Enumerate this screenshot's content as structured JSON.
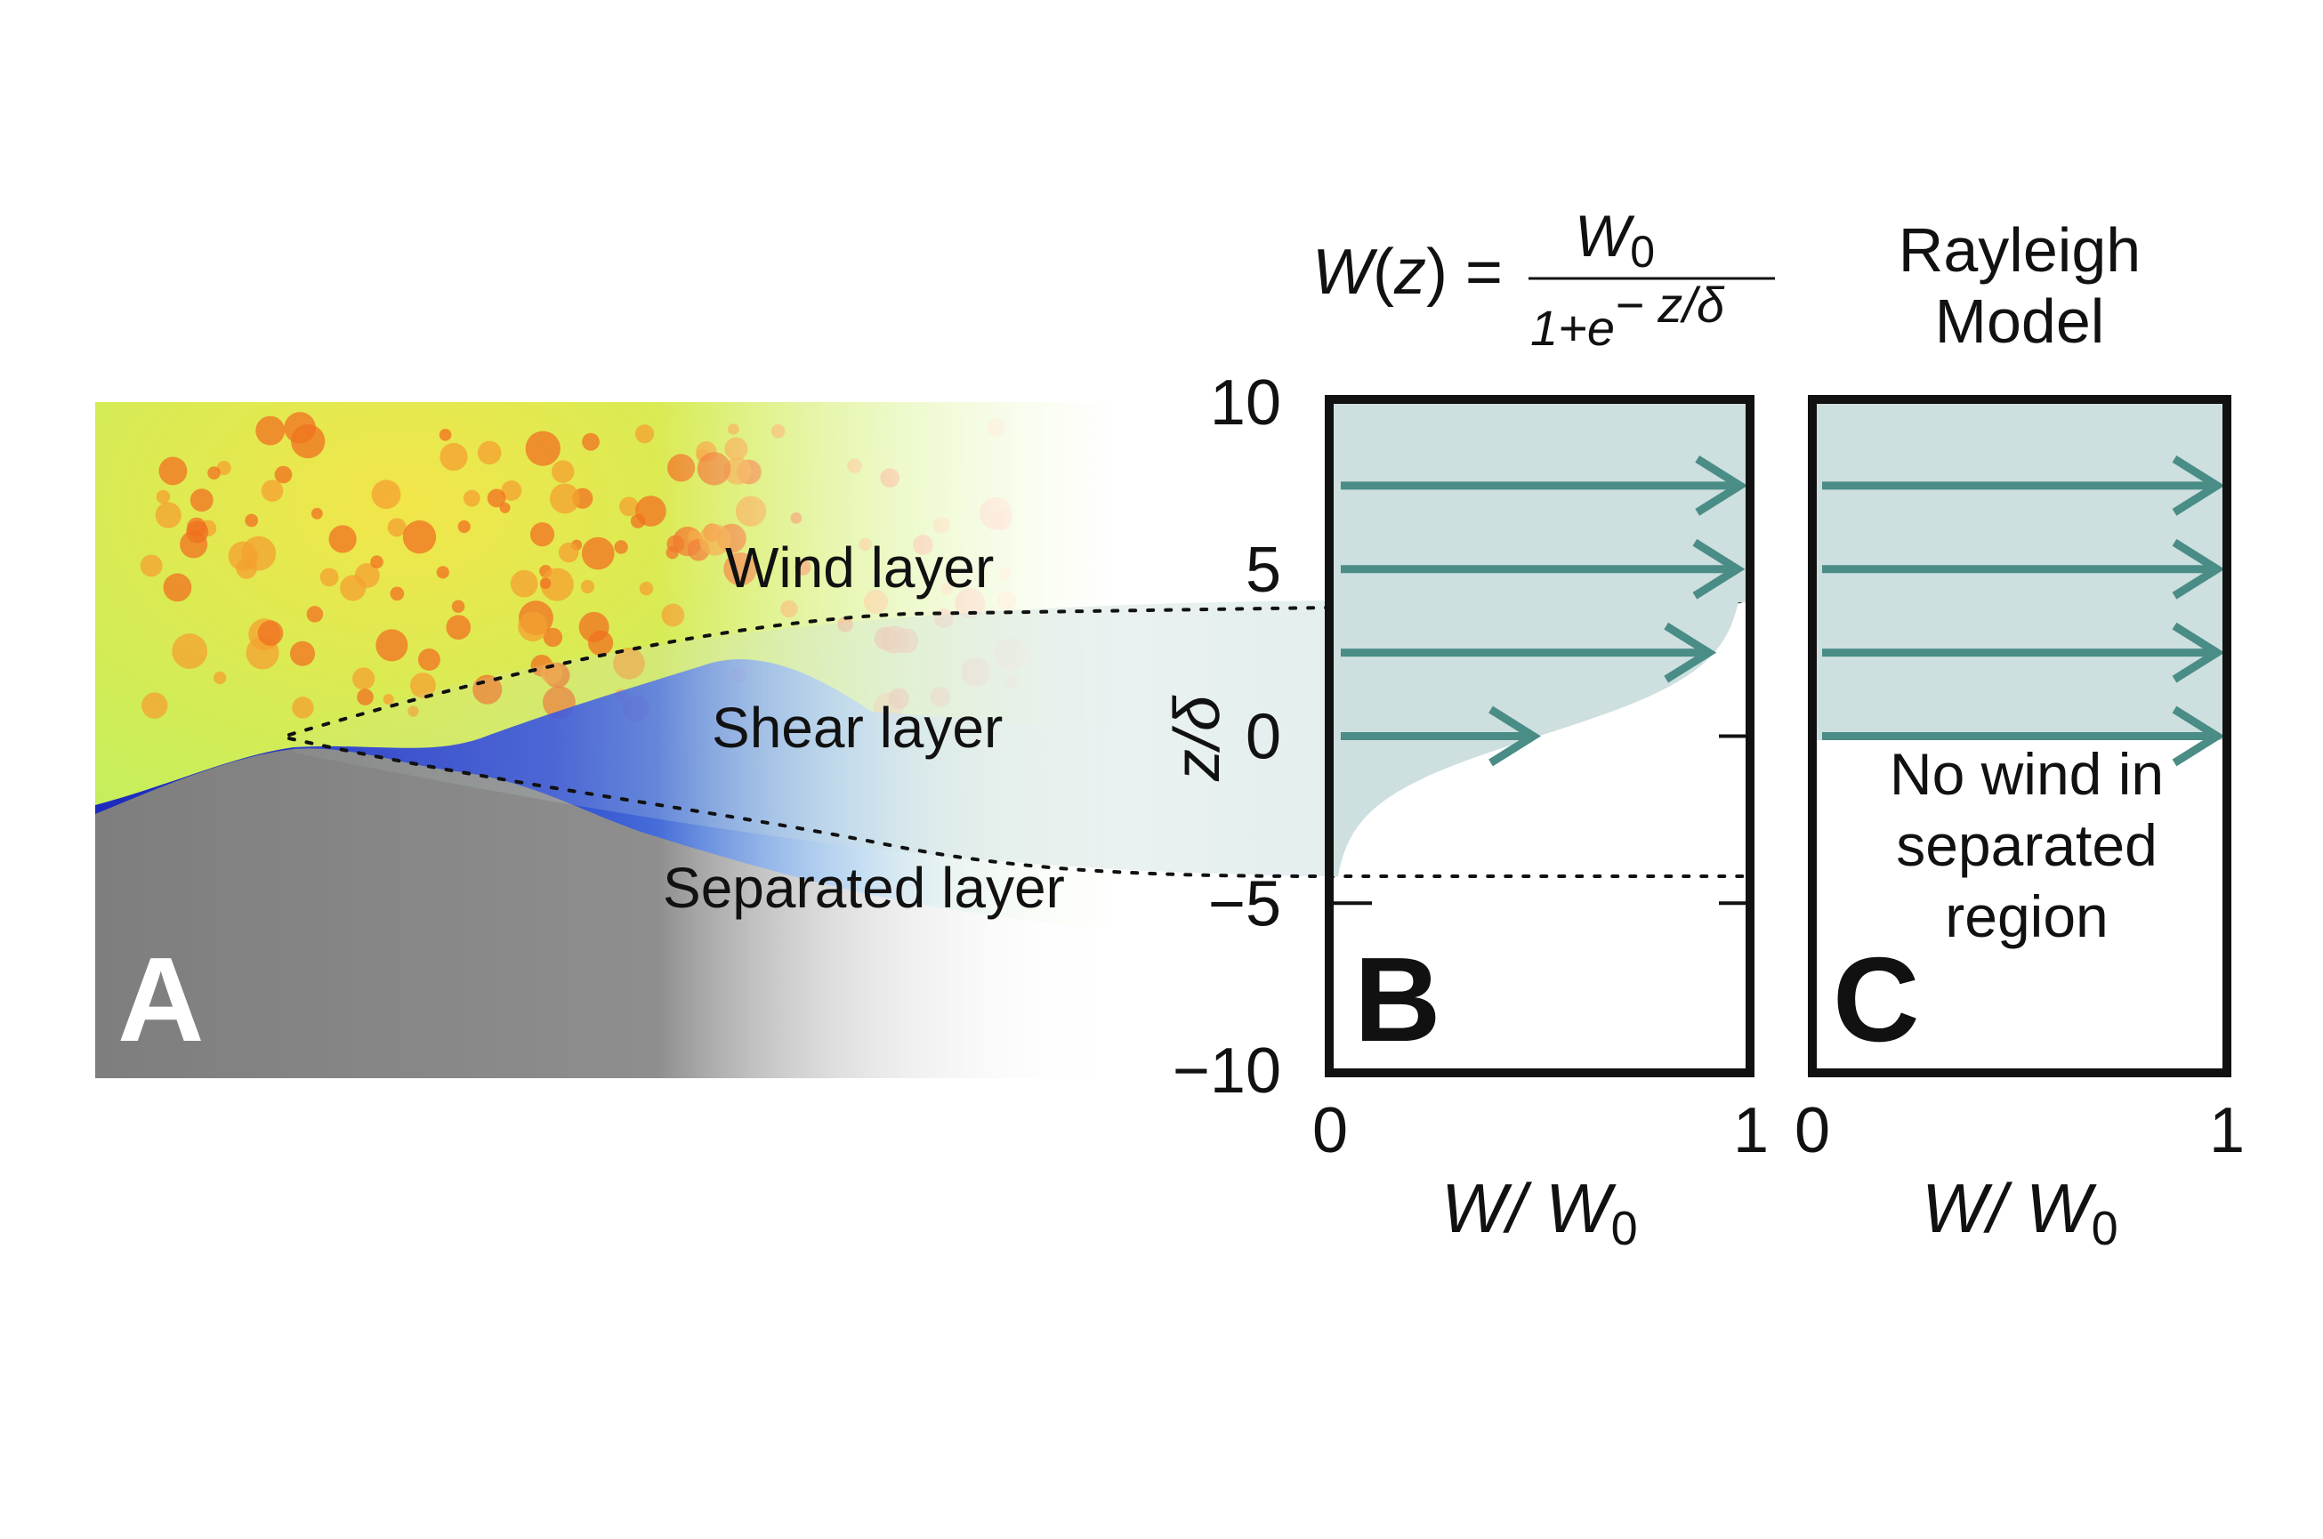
{
  "panels": {
    "a": {
      "letter": "A",
      "layers": {
        "wind": "Wind layer",
        "shear": "Shear layer",
        "separated": "Separated layer"
      }
    },
    "b": {
      "letter": "B",
      "equation": {
        "lhs_fn": "W",
        "lhs_arg": "z",
        "numerator_sym": "W",
        "numerator_sub": "0",
        "denominator": "1+e",
        "exponent": "− z/δ"
      },
      "y_axis_label": "z/δ",
      "y_ticks": [
        "10",
        "5",
        "0",
        "−5",
        "−10"
      ],
      "x_ticks": [
        "0",
        "1"
      ],
      "x_label": {
        "sym": "W/ W",
        "sub": "0"
      }
    },
    "c": {
      "letter": "C",
      "title_line1": "Rayleigh",
      "title_line2": "Model",
      "note_line1": "No wind in",
      "note_line2": "separated",
      "note_line3": "region",
      "x_ticks": [
        "0",
        "1"
      ],
      "x_label": {
        "sym": "W/ W",
        "sub": "0"
      }
    }
  },
  "chart_data": {
    "type": "line",
    "model_b": {
      "formula": "W/W0 = 1/(1+exp(-z/delta))",
      "z_range": [
        -4.2,
        4.0
      ],
      "arrows_z": [
        7.5,
        5,
        2.5,
        0
      ]
    },
    "model_c": {
      "arrows_z": [
        7.5,
        5,
        2.5,
        0
      ],
      "arrow_length": 1
    },
    "xlim": [
      0,
      1
    ],
    "ylim": [
      -10,
      10
    ],
    "colors": {
      "arrow": "#4a8c86",
      "fill": "#cddfdf",
      "frame": "#111111"
    }
  }
}
